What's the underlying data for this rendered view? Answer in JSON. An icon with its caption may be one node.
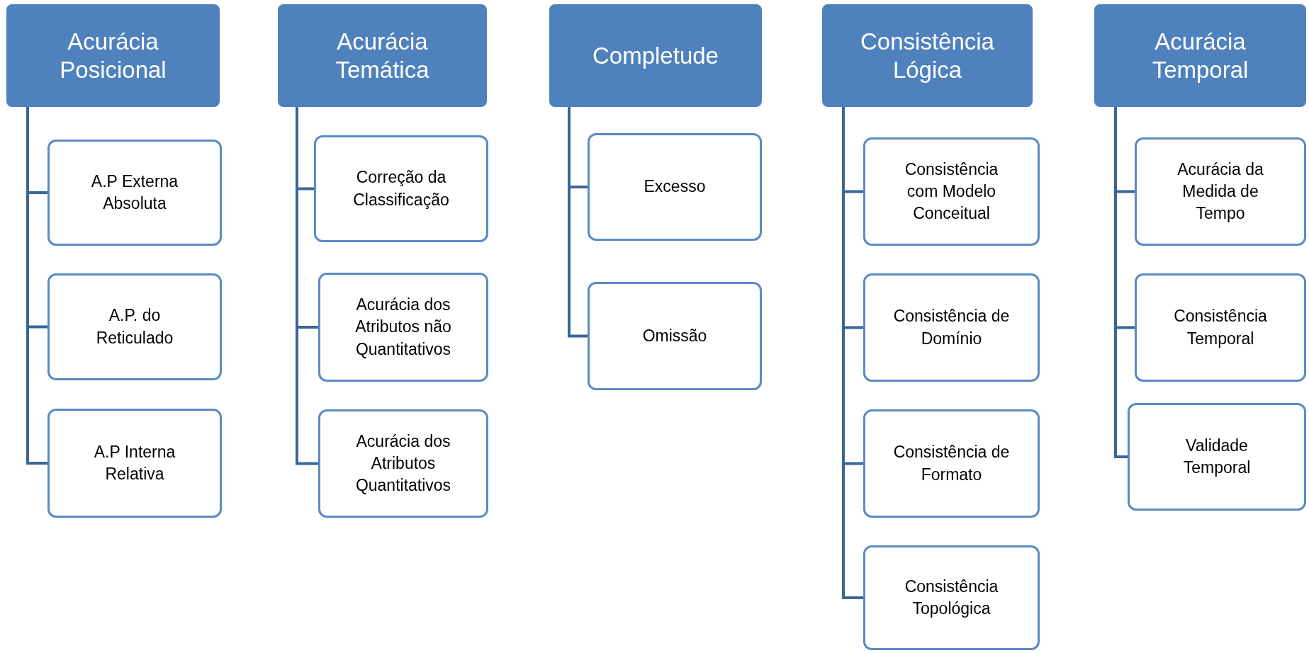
{
  "diagram": {
    "nodes": [
      {
        "text": [
          "Acurácia Posicional"
        ]
      },
      {
        "text": [
          "A.P Externa Absoluta"
        ]
      },
      {
        "text": [
          "A.P. do Reticulado"
        ]
      },
      {
        "text": [
          "A.P Interna Relativa"
        ]
      },
      {
        "text": [
          "Acurácia Temática"
        ]
      },
      {
        "text": [
          "Correção da Classificação"
        ]
      },
      {
        "text": [
          "Acurácia dos Atributos não Quantitativos"
        ]
      },
      {
        "text": [
          "Acurácia dos Atributos Quantitativos"
        ]
      },
      {
        "text": [
          "Completude"
        ]
      },
      {
        "text": [
          "Excesso"
        ]
      },
      {
        "text": [
          "Omissão"
        ]
      },
      {
        "text": [
          "Consistência Lógica"
        ]
      },
      {
        "text": [
          "Consistência com Modelo Conceitual"
        ]
      },
      {
        "text": [
          "Consistência de Domínio"
        ]
      },
      {
        "text": [
          "Consistência de Formato"
        ]
      },
      {
        "text": [
          "Consistência Topológica"
        ]
      },
      {
        "text": [
          "Acurácia Temporal"
        ]
      },
      {
        "text": [
          "Acurácia da Medida de Tempo"
        ]
      },
      {
        "text": [
          "Consistência Temporal"
        ]
      },
      {
        "text": [
          "Validade Temporal"
        ]
      }
    ],
    "edges": [
      {
        "from": 0,
        "to": 1,
        "arrow": "none"
      },
      {
        "from": 0,
        "to": 2,
        "arrow": "none"
      },
      {
        "from": 0,
        "to": 3,
        "arrow": "none"
      },
      {
        "from": 4,
        "to": 5,
        "arrow": "none"
      },
      {
        "from": 4,
        "to": 6,
        "arrow": "none"
      },
      {
        "from": 4,
        "to": 7,
        "arrow": "none"
      },
      {
        "from": 8,
        "to": 9,
        "arrow": "none"
      },
      {
        "from": 8,
        "to": 10,
        "arrow": "none"
      },
      {
        "from": 11,
        "to": 12,
        "arrow": "none"
      },
      {
        "from": 11,
        "to": 13,
        "arrow": "none"
      },
      {
        "from": 11,
        "to": 14,
        "arrow": "none"
      },
      {
        "from": 11,
        "to": 15,
        "arrow": "none"
      },
      {
        "from": 16,
        "to": 17,
        "arrow": "none"
      },
      {
        "from": 16,
        "to": 18,
        "arrow": "none"
      },
      {
        "from": 16,
        "to": 19,
        "arrow": "none"
      }
    ]
  }
}
